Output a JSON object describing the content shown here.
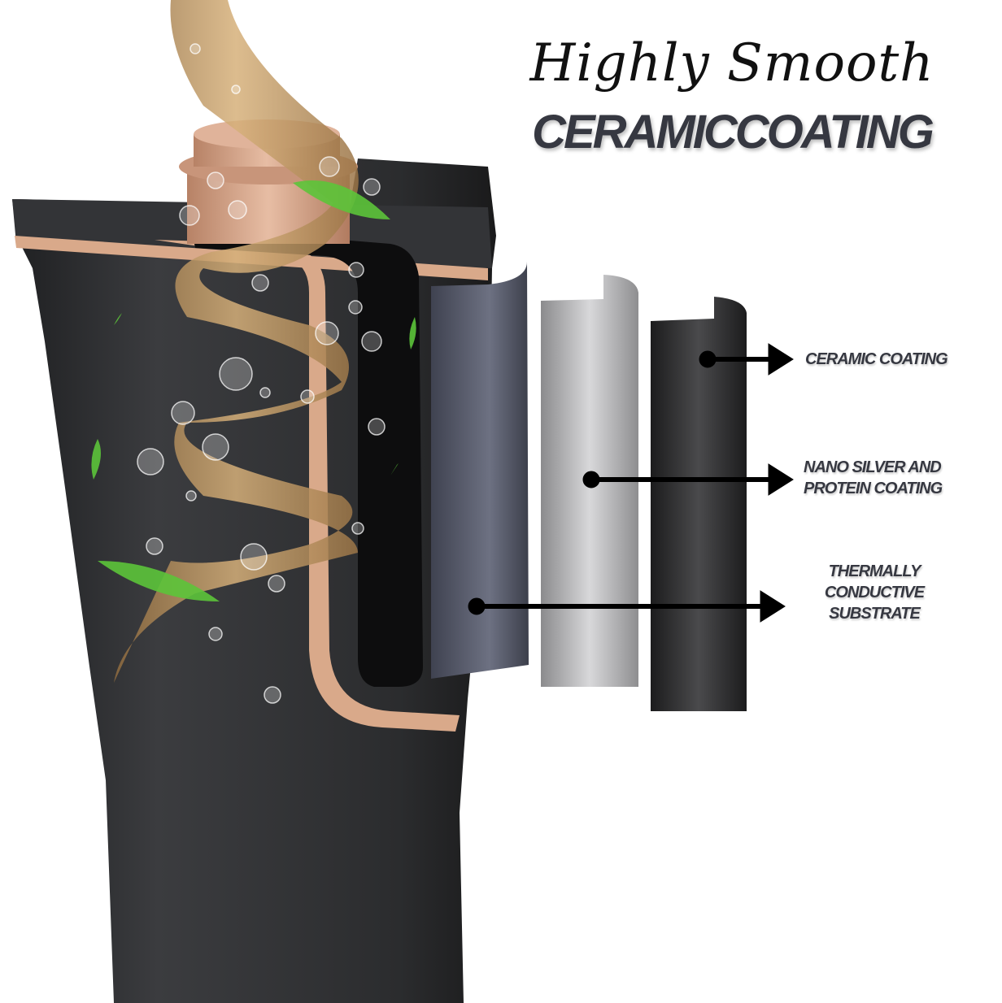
{
  "title": {
    "script_line": "Highly Smooth",
    "headline": "CERAMICCOATING"
  },
  "layers": [
    {
      "label_lines": [
        "CERAMIC COATING"
      ],
      "color": "#2e2f31"
    },
    {
      "label_lines": [
        "NANO SILVER AND",
        "PROTEIN COATING"
      ],
      "color": "#b9b9bb"
    },
    {
      "label_lines": [
        "THERMALLY",
        "CONDUCTIVE",
        "SUBSTRATE"
      ],
      "color": "#5d6170"
    }
  ],
  "colors": {
    "body": "#2f3033",
    "rose_gold": "#d9a98a",
    "hair": "#c49a63",
    "leaf": "#5cc43a",
    "text": "#363841"
  }
}
